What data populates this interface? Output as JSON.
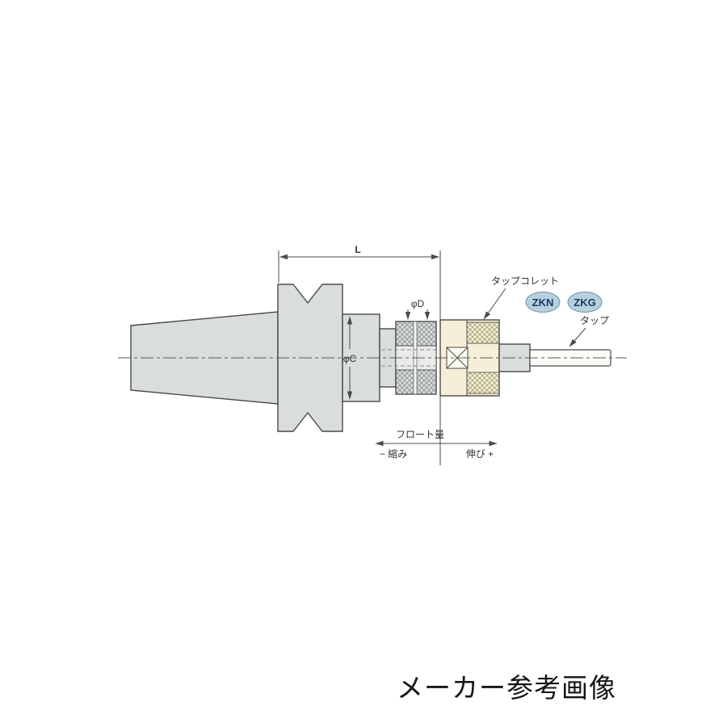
{
  "labels": {
    "dim_length": "L",
    "dim_diameter_d": "φD",
    "dim_diameter_c": "φC",
    "tap_collet": "タップコレット",
    "tap": "タップ",
    "float_amount": "フロート量",
    "compress": "− 縮み",
    "extend": "伸び +"
  },
  "badges": {
    "zkn": "ZKN",
    "zkg": "ZKG"
  },
  "caption": "メーカー参考画像",
  "colors": {
    "badge_fill": "#b7d0e0",
    "badge_text": "#17395c",
    "float_body_fill": "#f4efd6",
    "metal_fill": "#d9dddb",
    "line": "#4a4a4a"
  }
}
